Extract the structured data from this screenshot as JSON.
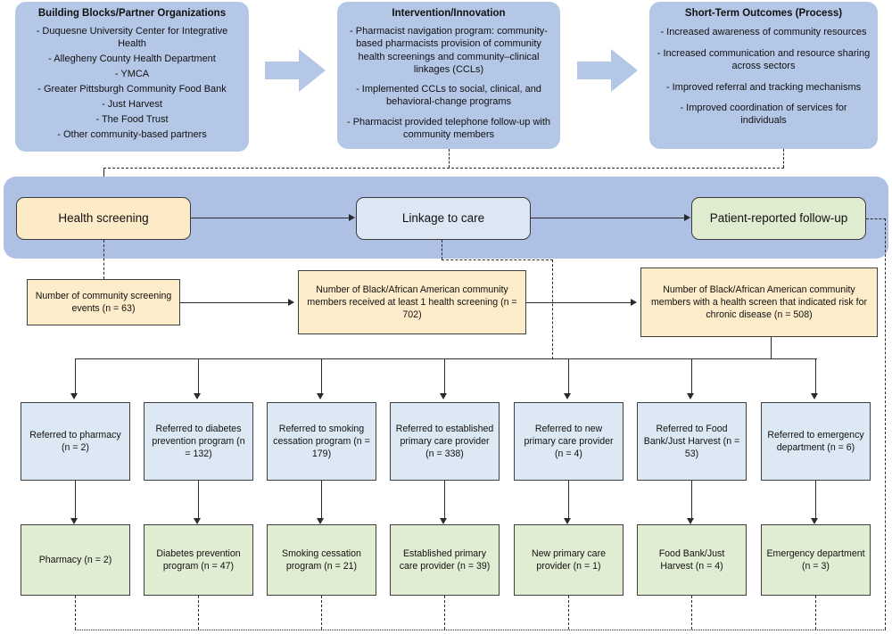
{
  "top_panels": [
    {
      "title": "Building Blocks/Partner Organizations",
      "lines": [
        "- Duquesne University Center for Integrative Health",
        "- Allegheny County Health Department",
        "- YMCA",
        "- Greater Pittsburgh Community Food Bank",
        "- Just Harvest",
        "- The Food Trust",
        "- Other community-based partners"
      ]
    },
    {
      "title": "Intervention/Innovation",
      "lines": [
        "- Pharmacist navigation program: community-based pharmacists provision of community health screenings and community–clinical linkages (CCLs)",
        "- Implemented CCLs to social, clinical, and behavioral-change programs",
        "- Pharmacist provided telephone follow-up with community members"
      ]
    },
    {
      "title": "Short-Term Outcomes (Process)",
      "lines": [
        "- Increased awareness of community resources",
        "- Increased communication and resource sharing across sectors",
        "- Improved referral and tracking mechanisms",
        "- Improved coordination of services for individuals"
      ]
    }
  ],
  "process_band": {
    "steps": [
      {
        "label": "Health screening",
        "style": "yellow"
      },
      {
        "label": "Linkage to care",
        "style": "light-blue"
      },
      {
        "label": "Patient-reported follow-up",
        "style": "green"
      }
    ]
  },
  "count_boxes": [
    "Number of community screening events (n = 63)",
    "Number of Black/African American community members received at least 1 health screening (n = 702)",
    "Number of Black/African American community members with a health screen that indicated risk for chronic disease (n = 508)"
  ],
  "referral_boxes": [
    "Referred to pharmacy (n = 2)",
    "Referred to diabetes prevention program (n = 132)",
    "Referred to smoking cessation program (n = 179)",
    "Referred to established primary care provider (n = 338)",
    "Referred to new primary care provider (n = 4)",
    "Referred to Food Bank/Just Harvest (n = 53)",
    "Referred to emergency department (n = 6)"
  ],
  "outcome_boxes": [
    "Pharmacy (n = 2)",
    "Diabetes prevention program (n = 47)",
    "Smoking cessation program (n = 21)",
    "Established primary care provider (n = 39)",
    "New primary care provider (n = 1)",
    "Food Bank/Just Harvest (n = 4)",
    "Emergency department (n = 3)"
  ],
  "colors": {
    "panel_blue": "#b4c7e7",
    "band_blue": "#aec1e4",
    "yellow": "#fdecc9",
    "light_blue": "#dce8f4",
    "green": "#e1edd3",
    "line": "#2b2b2b"
  }
}
